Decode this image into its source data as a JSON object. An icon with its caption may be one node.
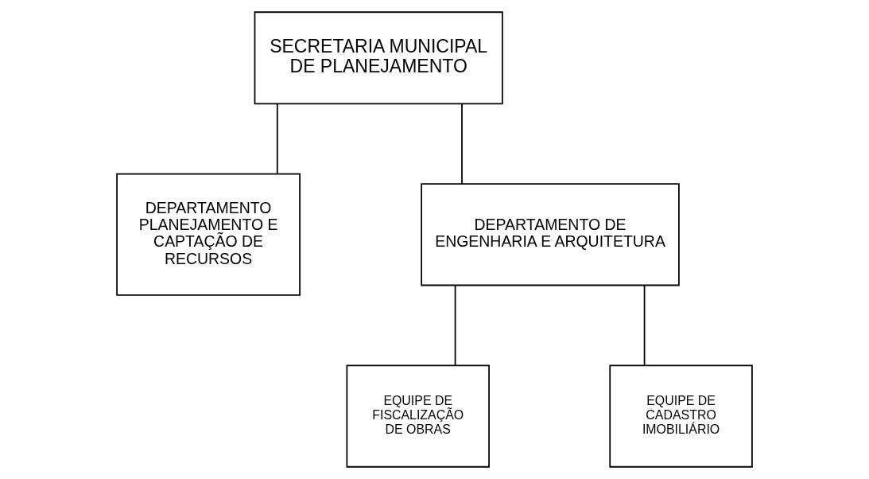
{
  "diagram": {
    "nodes": [
      {
        "text": [
          "SECRETARIA MUNICIPAL DE PLANEJAMENTO"
        ]
      },
      {
        "text": [
          "DEPARTAMENTO PLANEJAMENTO E CAPTAÇÃO DE RECURSOS"
        ]
      },
      {
        "text": [
          "DEPARTAMENTO DE ENGENHARIA E ARQUITETURA"
        ]
      },
      {
        "text": [
          "EQUIPE DE FISCALIZAÇÃO DE OBRAS"
        ]
      },
      {
        "text": [
          "EQUIPE DE CADASTRO IMOBILIÁRIO"
        ]
      }
    ],
    "edges": [
      {
        "from": 0,
        "to": 1,
        "arrow": "none"
      },
      {
        "from": 0,
        "to": 2,
        "arrow": "none"
      },
      {
        "from": 2,
        "to": 3,
        "arrow": "none"
      },
      {
        "from": 2,
        "to": 4,
        "arrow": "none"
      }
    ]
  }
}
